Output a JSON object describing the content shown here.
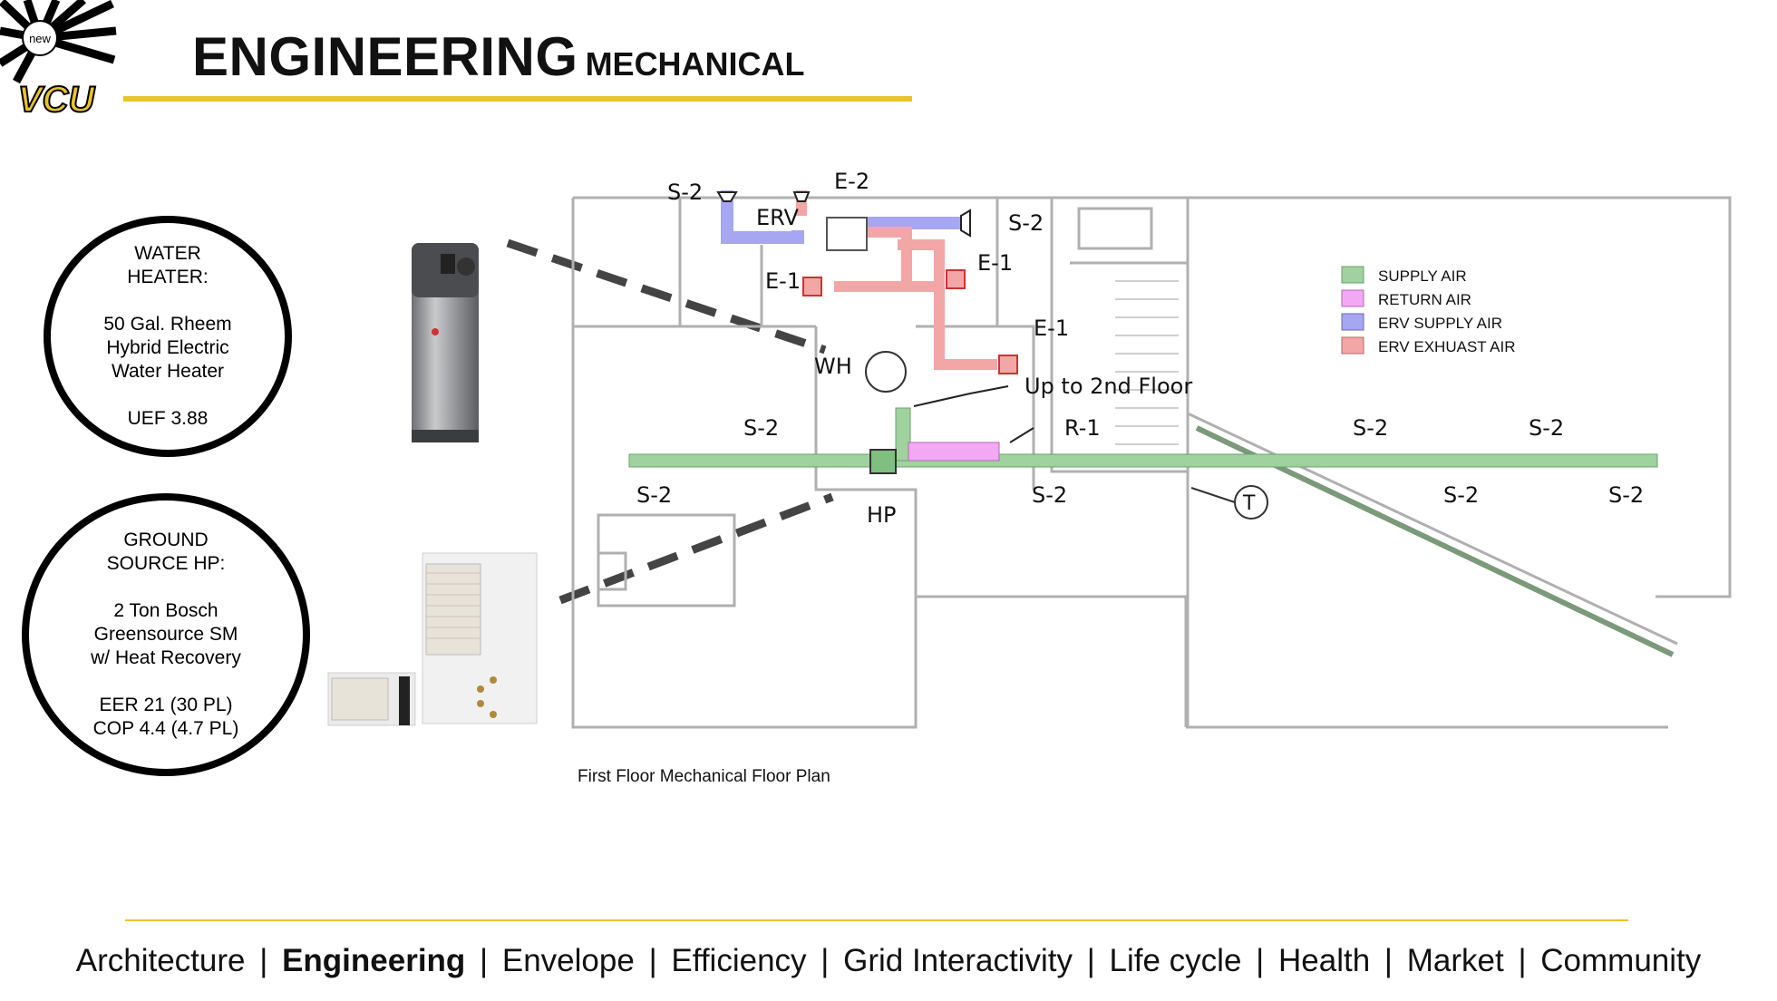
{
  "logo": {
    "small_text": "new",
    "brand": "VCU"
  },
  "title": {
    "main": "ENGINEERING",
    "sub": "MECHANICAL"
  },
  "equipment": {
    "water_heater": {
      "lines": [
        "WATER",
        "HEATER:",
        "",
        "50 Gal. Rheem",
        "Hybrid Electric",
        "Water Heater",
        "",
        "UEF 3.88"
      ]
    },
    "heat_pump": {
      "lines": [
        "GROUND",
        "SOURCE HP:",
        "",
        "2 Ton Bosch",
        "Greensource SM",
        "w/ Heat Recovery",
        "",
        "EER 21 (30 PL)",
        "COP 4.4 (4.7 PL)"
      ]
    }
  },
  "plan": {
    "caption": "First Floor Mechanical Floor Plan",
    "labels": {
      "s2_top_left": "S-2",
      "e2": "E-2",
      "erv": "ERV",
      "s2_top_right": "S-2",
      "e1_a": "E-1",
      "e1_b": "E-1",
      "e1_c": "E-1",
      "wh": "WH",
      "up_to_2nd": "Up to 2nd Floor",
      "s2_mid_left": "S-2",
      "r1": "R-1",
      "s2_mid_right_a": "S-2",
      "s2_mid_right_b": "S-2",
      "s2_low_left": "S-2",
      "hp": "HP",
      "s2_low_center": "S-2",
      "thermostat": "T",
      "s2_low_right_a": "S-2",
      "s2_low_right_b": "S-2"
    },
    "legend": [
      {
        "label": "SUPPLY AIR",
        "color": "#9fd29f"
      },
      {
        "label": "RETURN AIR",
        "color": "#f2a8f2"
      },
      {
        "label": "ERV SUPPLY AIR",
        "color": "#a6a6f2"
      },
      {
        "label": "ERV EXHUAST AIR",
        "color": "#f2a6a6"
      }
    ]
  },
  "nav": [
    {
      "label": "Architecture",
      "active": false
    },
    {
      "label": "Engineering",
      "active": true
    },
    {
      "label": "Envelope",
      "active": false
    },
    {
      "label": "Efficiency",
      "active": false
    },
    {
      "label": "Grid Interactivity",
      "active": false
    },
    {
      "label": "Life cycle",
      "active": false
    },
    {
      "label": "Health",
      "active": false
    },
    {
      "label": "Market",
      "active": false
    },
    {
      "label": "Community",
      "active": false
    }
  ],
  "nav_separator": "|",
  "colors": {
    "accent": "#e8c32b",
    "supply": "#9fd29f",
    "return": "#f2a8f2",
    "erv_supply": "#a6a6f2",
    "erv_exhaust": "#f2a6a6"
  }
}
